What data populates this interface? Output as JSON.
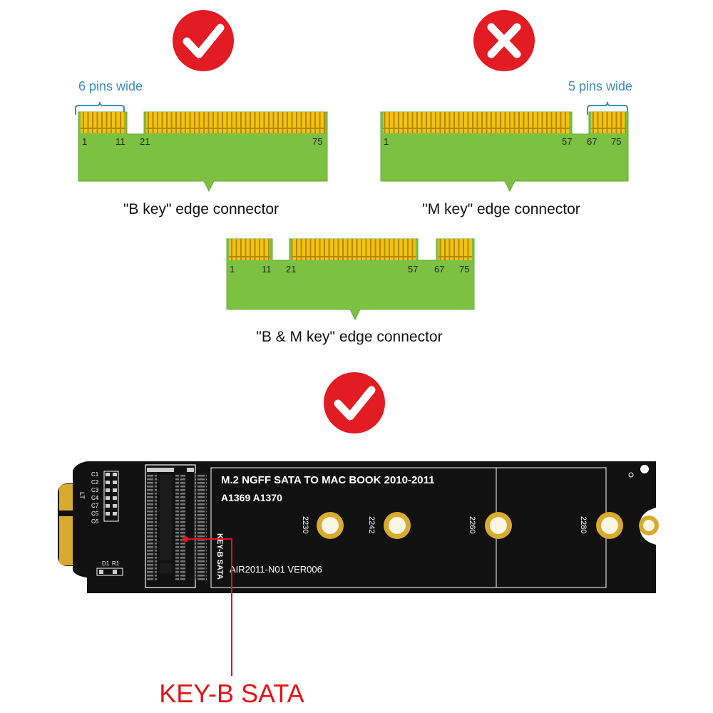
{
  "colors": {
    "pcb_green": "#7cc142",
    "gold_pin": "#f1c40f",
    "pin_outline": "#b8860b",
    "check_red": "#e31b23",
    "dim_blue": "#3c8bbd",
    "board_black": "#111111",
    "callout_red": "#e0141b"
  },
  "icons": {
    "top_left": "check-icon",
    "top_right": "cross-icon",
    "middle": "check-icon"
  },
  "b_key": {
    "caption": "\"B key\" edge connector",
    "width_label": "6 pins wide",
    "pins": [
      "1",
      "11",
      "21",
      "75"
    ]
  },
  "m_key": {
    "caption": "\"M key\" edge connector",
    "width_label": "5 pins wide",
    "pins": [
      "1",
      "57",
      "67",
      "75"
    ]
  },
  "bm_key": {
    "caption": "\"B & M key\" edge connector",
    "pins": [
      "1",
      "11",
      "21",
      "57",
      "67",
      "75"
    ]
  },
  "board": {
    "title": "M.2 NGFF SATA TO MAC BOOK  2010-2011",
    "models": "A1369 A1370",
    "version": "AIR2011-N01 VER006",
    "slot_label": "KEY-B SATA",
    "edge_label": "LT",
    "caps": [
      "C1",
      "C2",
      "C3",
      "C4",
      "C7",
      "C5",
      "C6"
    ],
    "leds": [
      "D1",
      "R1"
    ],
    "mount_sizes": [
      "2230",
      "2242",
      "2260",
      "2280"
    ]
  },
  "callout": {
    "label": "KEY-B SATA"
  }
}
